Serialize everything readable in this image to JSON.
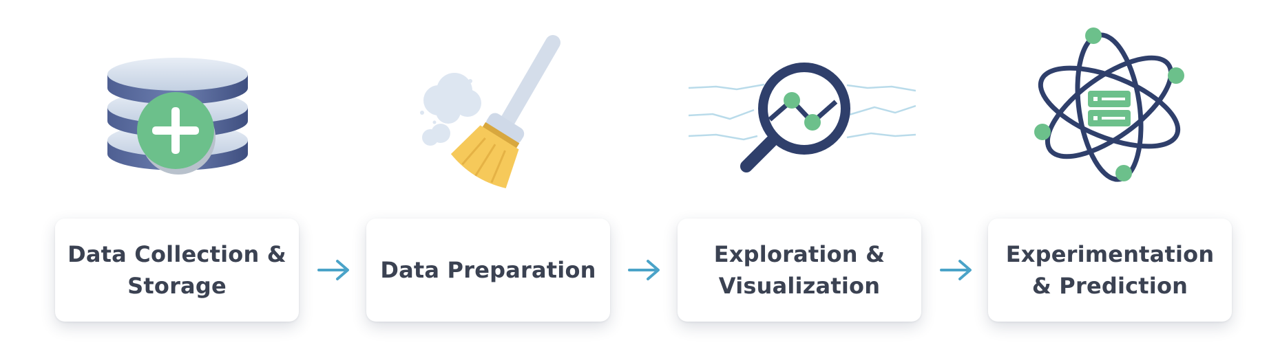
{
  "steps": [
    {
      "label": "Data Collection & Storage",
      "icon": "database-plus-icon"
    },
    {
      "label": "Data Preparation",
      "icon": "broom-icon"
    },
    {
      "label": "Exploration & Visualization",
      "icon": "magnifier-chart-icon"
    },
    {
      "label": "Experimentation & Prediction",
      "icon": "atom-server-icon"
    }
  ],
  "colors": {
    "text": "#3b4252",
    "arrow": "#4aa3c8",
    "green": "#6cc08b",
    "navy": "#2f3f6b",
    "yellow": "#f6c95a"
  }
}
